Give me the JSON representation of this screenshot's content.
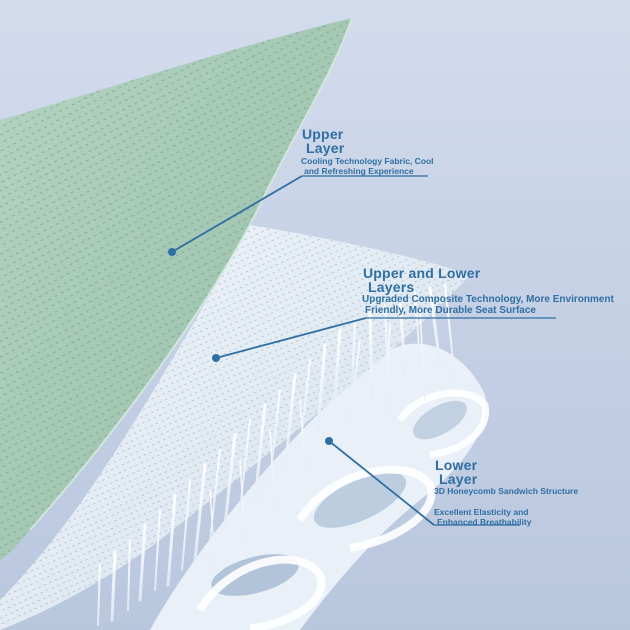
{
  "colors": {
    "label_blue": "#2f6fa3",
    "background": "#c9d3e6",
    "upper_fabric": "#a8cbb8",
    "composite_sheet": "#e6eef5",
    "honeycomb_fiber": "#ffffff"
  },
  "labels": {
    "upper": {
      "title_line1": "Upper",
      "title_line2": "Layer",
      "desc_line1": "Cooling Technology Fabric, Cool",
      "desc_line2": "and Refreshing Experience"
    },
    "middle": {
      "title_line1": "Upper and Lower",
      "title_line2": "Layers",
      "desc_line1": "Upgraded Composite Technology, More Environment",
      "desc_line2": "Friendly, More Durable Seat Surface"
    },
    "lower": {
      "title_line1": "Lower",
      "title_line2": "Layer",
      "desc_line1": "3D Honeycomb Sandwich Structure",
      "desc_line2": "Excellent Elasticity and",
      "desc_line3": "Enhanced Breathability"
    }
  }
}
